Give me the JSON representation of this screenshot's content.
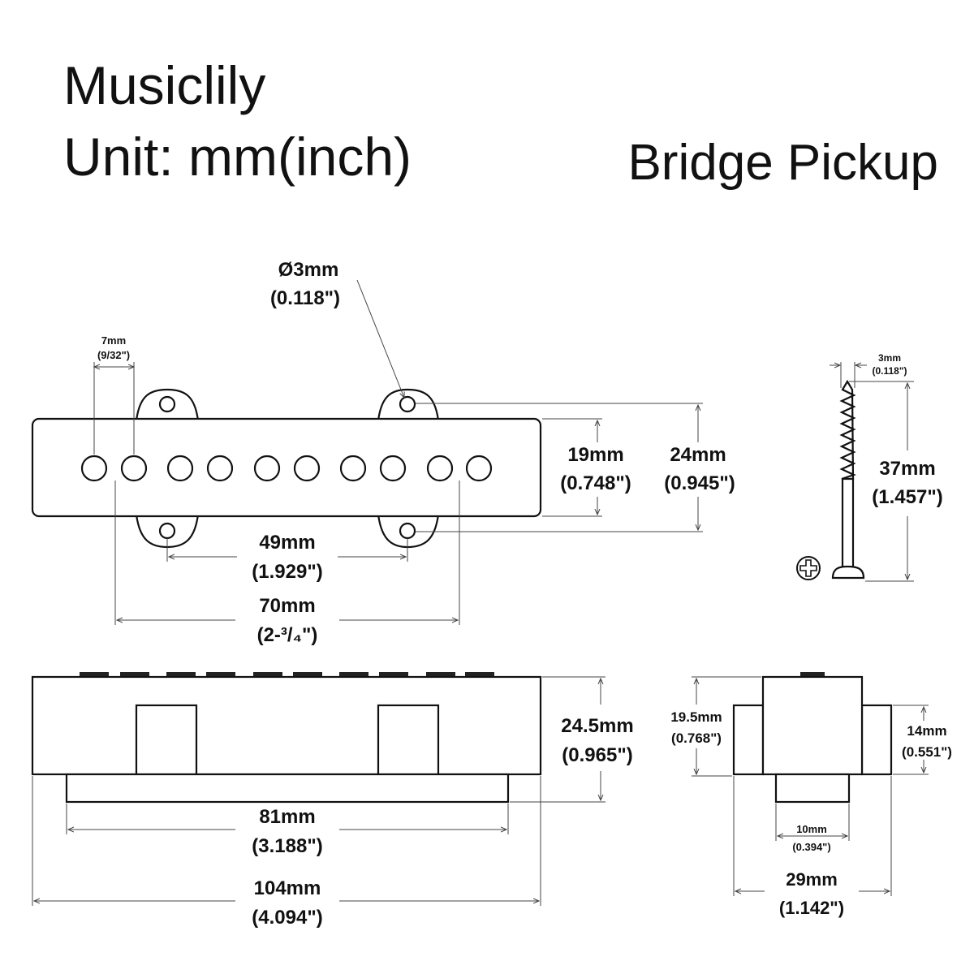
{
  "brand": "Musiclily",
  "unit_label": "Unit: mm(inch)",
  "pickup_type": "Bridge Pickup",
  "icons": [
    "phillips-screw-head-icon"
  ],
  "dimensions": {
    "pole_spacing": {
      "mm": "7mm",
      "inch": "(9/32\")"
    },
    "pole_diameter": {
      "mm": "Ø3mm",
      "inch": "(0.118\")"
    },
    "body_width": {
      "mm": "19mm",
      "inch": "(0.748\")"
    },
    "ear_span": {
      "mm": "24mm",
      "inch": "(0.945\")"
    },
    "mount_hole_spacing": {
      "mm": "49mm",
      "inch": "(1.929\")"
    },
    "pole_span": {
      "mm": "70mm",
      "inch": "(2-³/₄\")"
    },
    "screw_diameter": {
      "mm": "3mm",
      "inch": "(0.118\")"
    },
    "screw_length": {
      "mm": "37mm",
      "inch": "(1.457\")"
    },
    "total_height": {
      "mm": "24.5mm",
      "inch": "(0.965\")"
    },
    "base_length": {
      "mm": "81mm",
      "inch": "(3.188\")"
    },
    "total_length": {
      "mm": "104mm",
      "inch": "(4.094\")"
    },
    "side_height": {
      "mm": "19.5mm",
      "inch": "(0.768\")"
    },
    "ear_height": {
      "mm": "14mm",
      "inch": "(0.551\")"
    },
    "base_width": {
      "mm": "10mm",
      "inch": "(0.394\")"
    },
    "side_width": {
      "mm": "29mm",
      "inch": "(1.142\")"
    }
  }
}
